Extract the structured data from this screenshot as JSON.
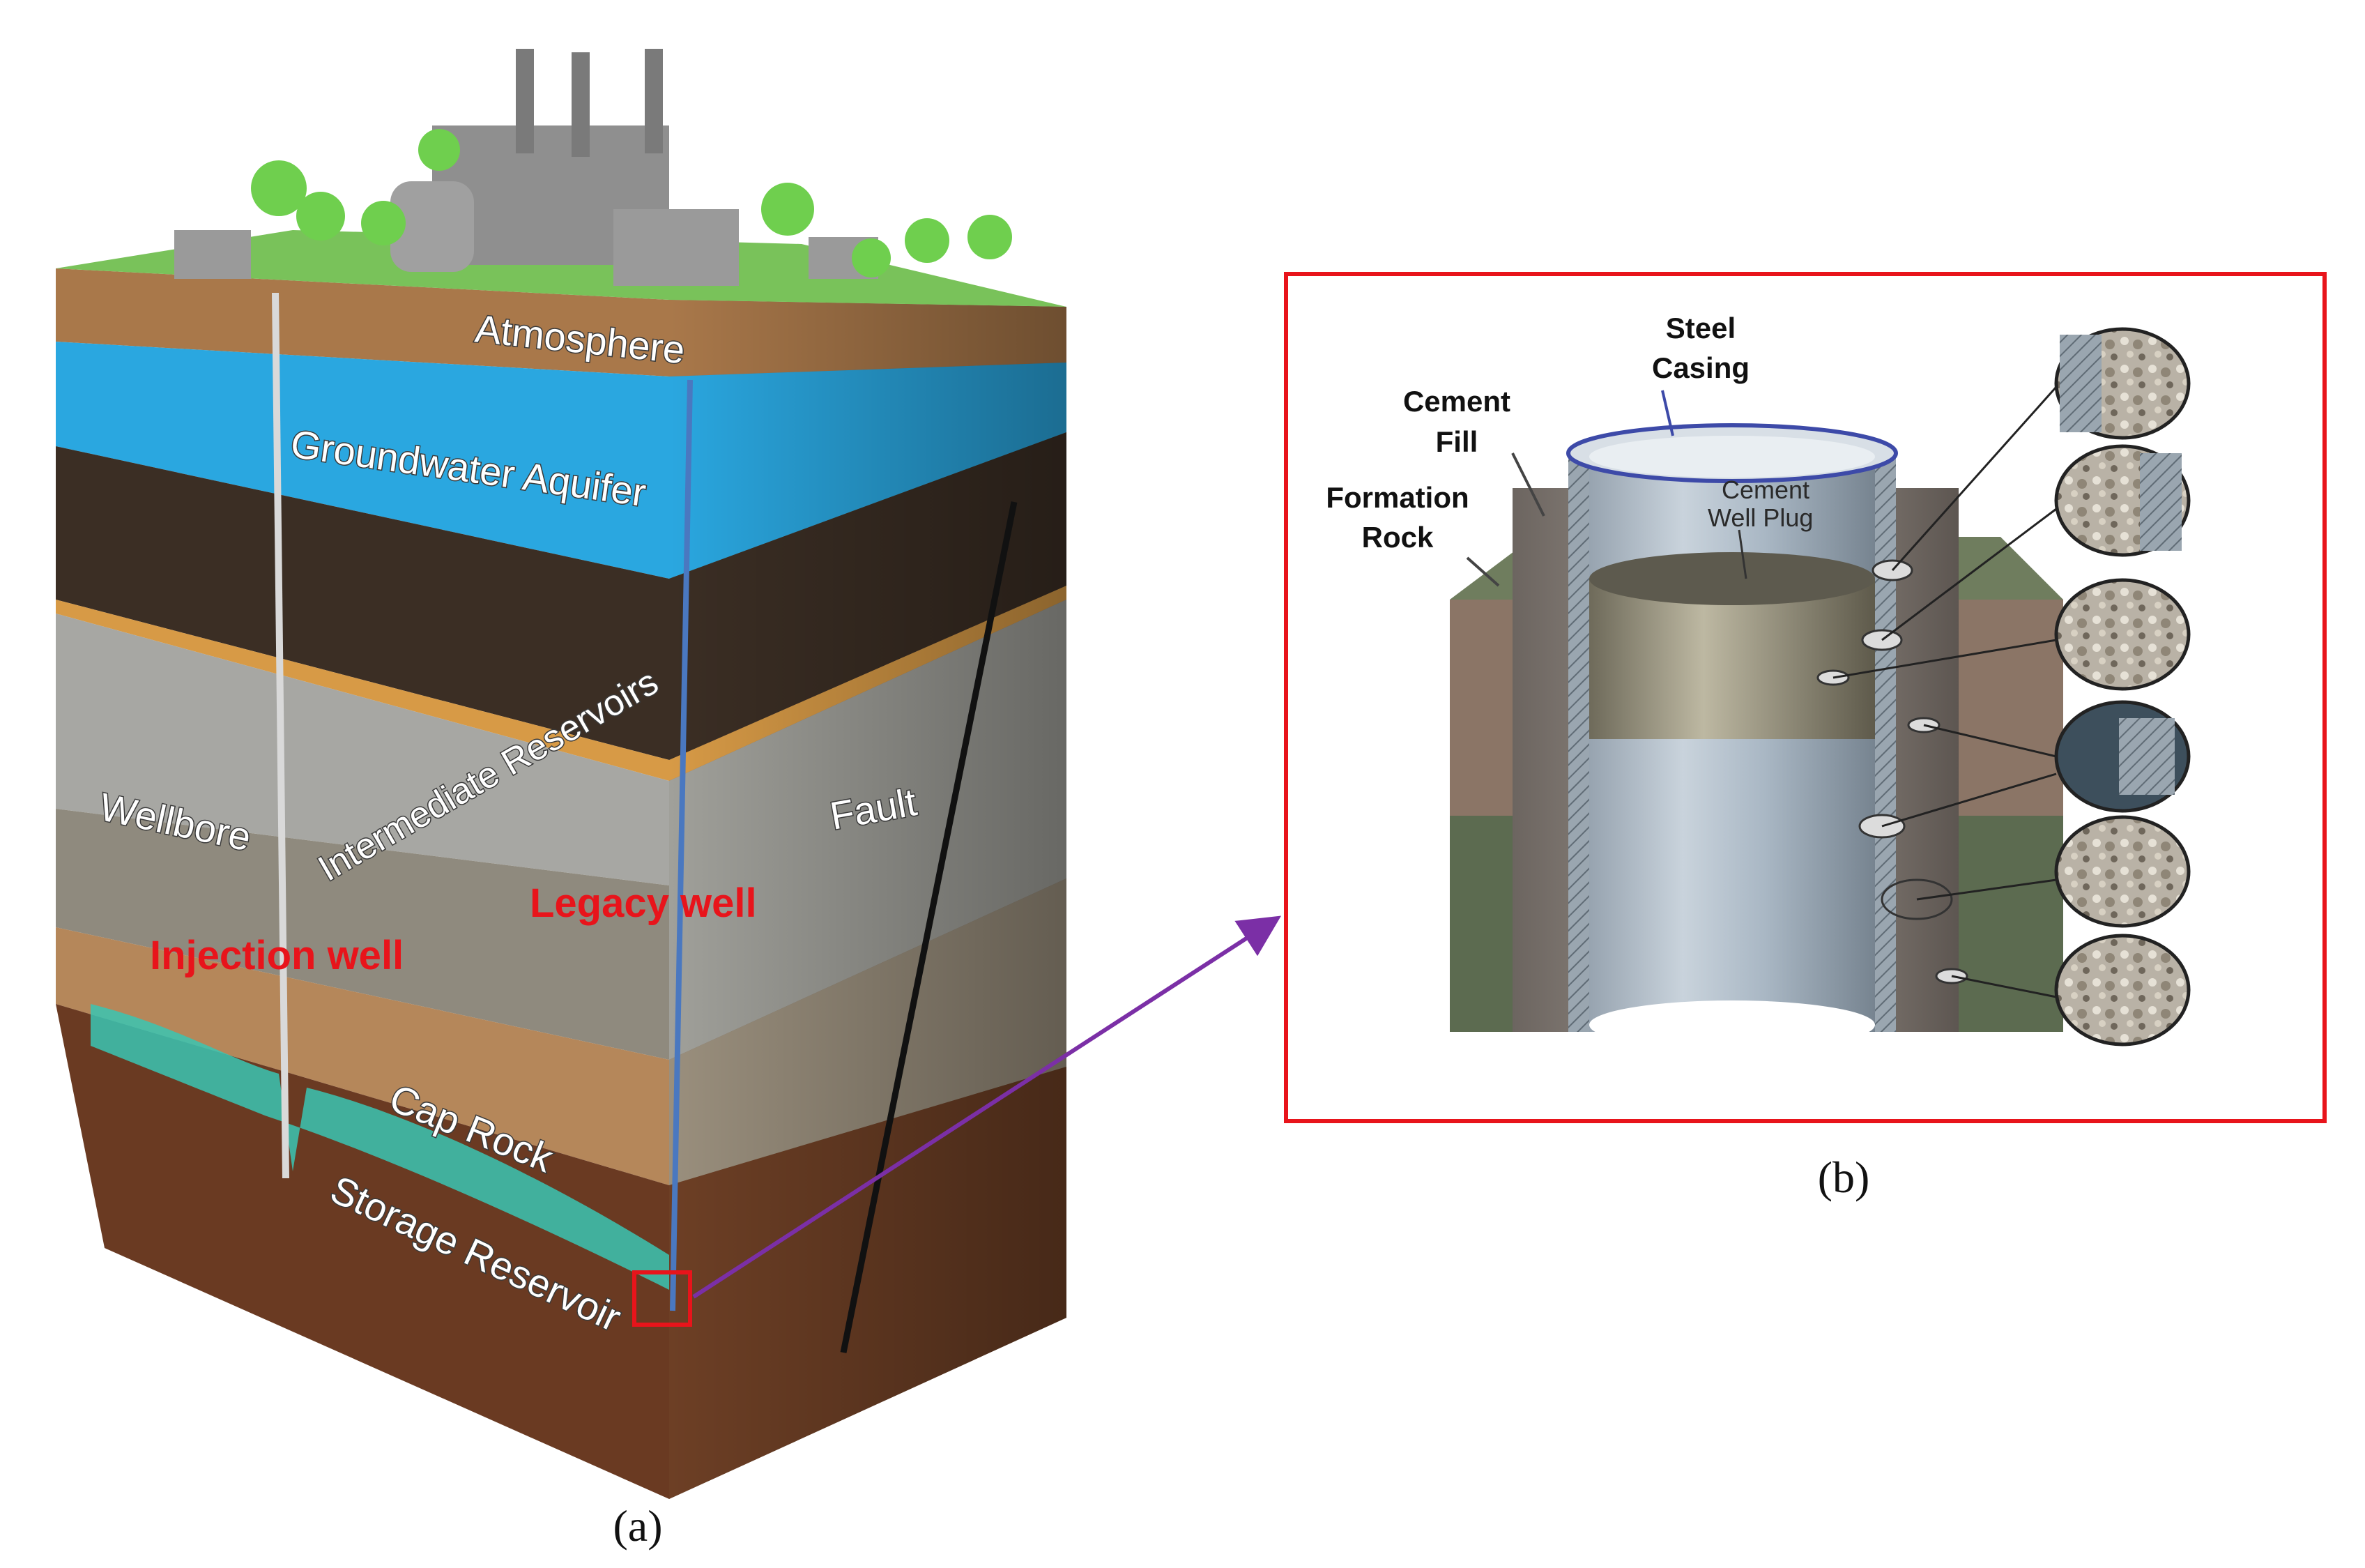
{
  "panel_a": {
    "caption": "(a)",
    "labels": {
      "atmosphere": "Atmosphere",
      "groundwater": "Groundwater Aquifer",
      "intermediate": "Intermediate Reservoirs",
      "wellbore": "Wellbore",
      "fault": "Fault",
      "legacy_well": "Legacy well",
      "injection_well": "Injection well",
      "cap_rock": "Cap Rock",
      "storage": "Storage Reservoir"
    }
  },
  "panel_b": {
    "caption": "(b)",
    "labels": {
      "steel_casing_1": "Steel",
      "steel_casing_2": "Casing",
      "cement_fill_1": "Cement",
      "cement_fill_2": "Fill",
      "formation_rock_1": "Formation",
      "formation_rock_2": "Rock",
      "cement_plug_1": "Cement",
      "cement_plug_2": "Well Plug"
    }
  },
  "colors": {
    "highlight_box": "#e8141b",
    "arrow": "#7b2fa6",
    "aquifer": "#2aa7e0",
    "co2_plume": "#39c6b3"
  }
}
